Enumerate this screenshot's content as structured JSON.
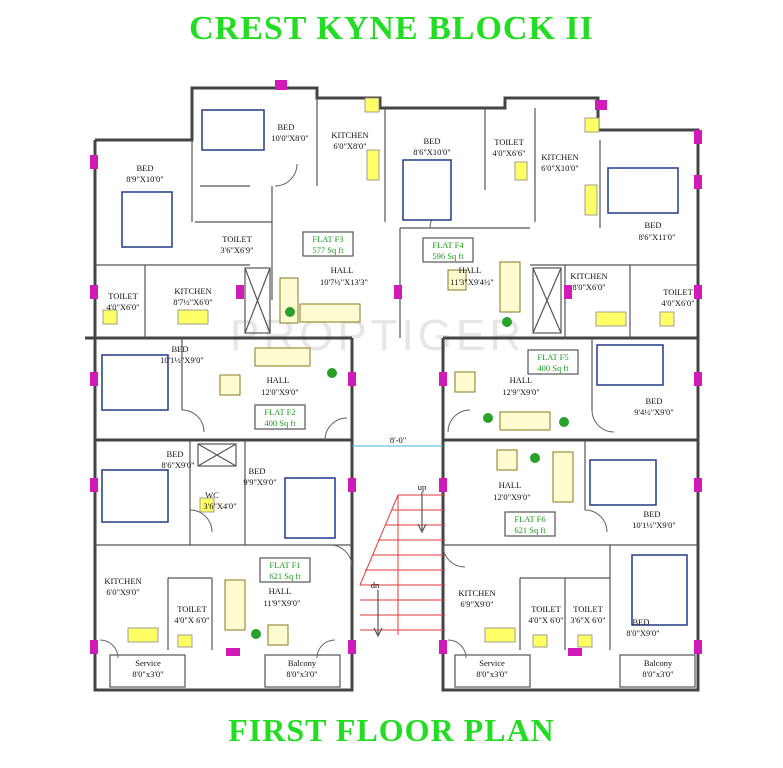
{
  "title": "CREST KYNE  BLOCK II",
  "subtitle": "FIRST  FLOOR PLAN",
  "watermark": "PROPTIGER",
  "colors": {
    "title": "#22dd22",
    "column": "#d11bb8",
    "flat_label": "#1a9a1a",
    "stair": "#e23a3a"
  },
  "corridor_width": "8'-0\"",
  "stairs": {
    "up": "up",
    "down": "dn"
  },
  "flats": [
    {
      "name": "FLAT F1",
      "area": "621 Sq ft"
    },
    {
      "name": "FLAT F2",
      "area": "400 Sq ft"
    },
    {
      "name": "FLAT F3",
      "area": "577 Sq ft"
    },
    {
      "name": "FLAT F4",
      "area": "596 Sq ft"
    },
    {
      "name": "FLAT F5",
      "area": "400 Sq ft"
    },
    {
      "name": "FLAT F6",
      "area": "621 Sq ft"
    }
  ],
  "rooms": [
    {
      "name": "BED",
      "dim": "10'0\"X8'0\""
    },
    {
      "name": "KITCHEN",
      "dim": "6'0\"X8'0\""
    },
    {
      "name": "BED",
      "dim": "8'6\"X10'0\""
    },
    {
      "name": "TOILET",
      "dim": "4'0\"X6'6\""
    },
    {
      "name": "KITCHEN",
      "dim": "6'0\"X10'0\""
    },
    {
      "name": "BED",
      "dim": "8'9\"X10'0\""
    },
    {
      "name": "BED",
      "dim": "8'6\"X11'0\""
    },
    {
      "name": "TOILET",
      "dim": "3'6\"X6'9\""
    },
    {
      "name": "HALL",
      "dim": "10'7½\"X13'3\""
    },
    {
      "name": "HALL",
      "dim": "11'3\"X9'4½\""
    },
    {
      "name": "TOILET",
      "dim": "4'0\"X6'0\""
    },
    {
      "name": "KITCHEN",
      "dim": "8'7½\"X6'0\""
    },
    {
      "name": "KITCHEN",
      "dim": "8'0\"X6'0\""
    },
    {
      "name": "TOILET",
      "dim": "4'0\"X6'0\""
    },
    {
      "name": "BED",
      "dim": "10'1½\"X9'0\""
    },
    {
      "name": "HALL",
      "dim": "12'0\"X9'0\""
    },
    {
      "name": "HALL",
      "dim": "12'9\"X9'0\""
    },
    {
      "name": "BED",
      "dim": "9'4½\"X9'0\""
    },
    {
      "name": "BED",
      "dim": "8'6\"X9'0\""
    },
    {
      "name": "BED",
      "dim": "9'9\"X9'0\""
    },
    {
      "name": "WC",
      "dim": "3'6\"X4'0\""
    },
    {
      "name": "HALL",
      "dim": "12'0\"X9'0\""
    },
    {
      "name": "BED",
      "dim": "10'1½\"X9'0\""
    },
    {
      "name": "KITCHEN",
      "dim": "6'0\"X9'0\""
    },
    {
      "name": "TOILET",
      "dim": "4'0\"X 6'0\""
    },
    {
      "name": "HALL",
      "dim": "11'9\"X9'0\""
    },
    {
      "name": "KITCHEN",
      "dim": "6'9\"X9'0\""
    },
    {
      "name": "TOILET",
      "dim": "4'0\"X 6'0\""
    },
    {
      "name": "TOILET",
      "dim": "3'6\"X 6'0\""
    },
    {
      "name": "BED",
      "dim": "8'0\"X9'0\""
    },
    {
      "name": "Service",
      "dim": "8'0\"x3'0\""
    },
    {
      "name": "Balcony",
      "dim": "8'0\"x3'0\""
    },
    {
      "name": "Service",
      "dim": "8'0\"x3'0\""
    },
    {
      "name": "Balcony",
      "dim": "8'0\"x3'0\""
    }
  ]
}
